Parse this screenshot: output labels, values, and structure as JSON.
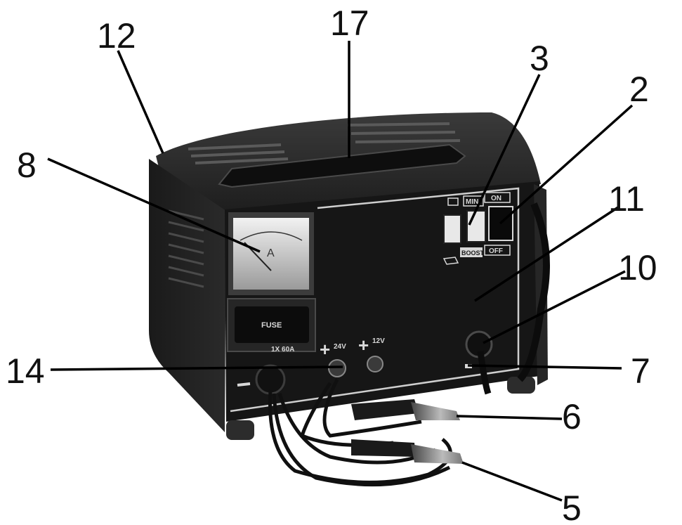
{
  "callouts": {
    "c12": "12",
    "c17": "17",
    "c3": "3",
    "c2": "2",
    "c8": "8",
    "c11": "11",
    "c10": "10",
    "c14": "14",
    "c7": "7",
    "c6": "6",
    "c5": "5"
  },
  "panel": {
    "switch_min": "MIN",
    "switch_boost": "BOOST",
    "power_on": "ON",
    "power_off": "OFF",
    "terminal_24v": "24V",
    "terminal_12v": "12V",
    "fuse_label": "FUSE",
    "fuse_rating": "1X 60A",
    "meter_unit": "A"
  },
  "colors": {
    "body": "#1c1c1c",
    "panel": "#141414",
    "lines": "#000000"
  }
}
